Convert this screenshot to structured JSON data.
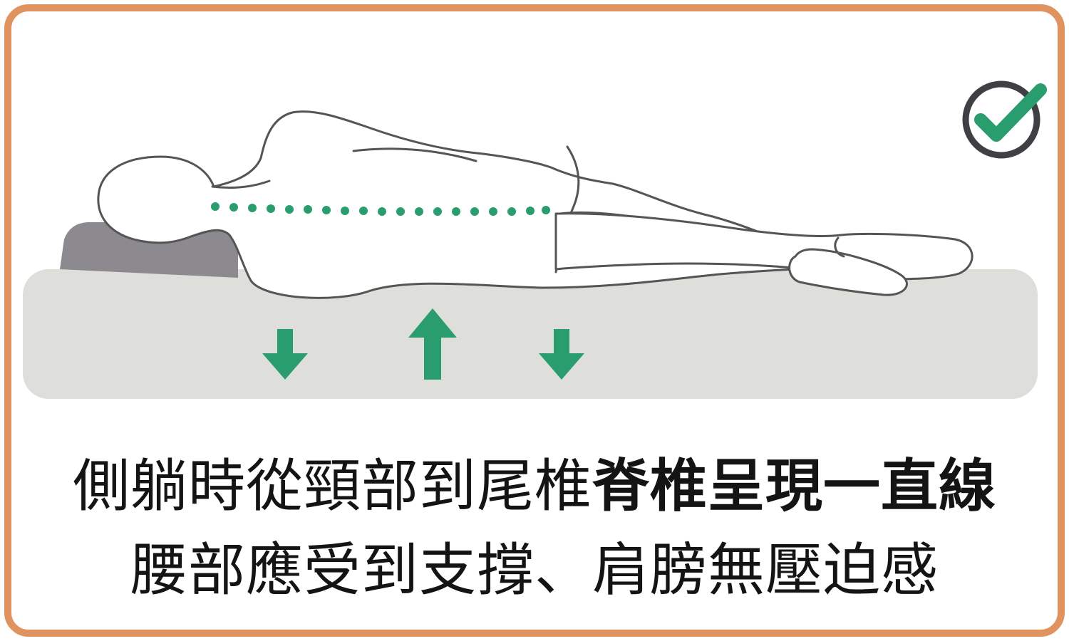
{
  "caption": {
    "line1_regular": "側躺時從頸部到尾椎",
    "line1_bold": "脊椎呈現一直線",
    "line2": "腰部應受到支撐、肩膀無壓迫感"
  },
  "icons": {
    "status": "check-circle-icon",
    "pressure_arrows": [
      "arrow-down-icon",
      "arrow-up-icon",
      "arrow-down-icon"
    ]
  },
  "colors": {
    "frame": "#e0935e",
    "accent_green": "#2a9d6e",
    "mattress": "#dededb",
    "pillow": "#8c8a8f",
    "outline": "#555555",
    "check_ring": "#3f3f44",
    "text": "#141414"
  }
}
